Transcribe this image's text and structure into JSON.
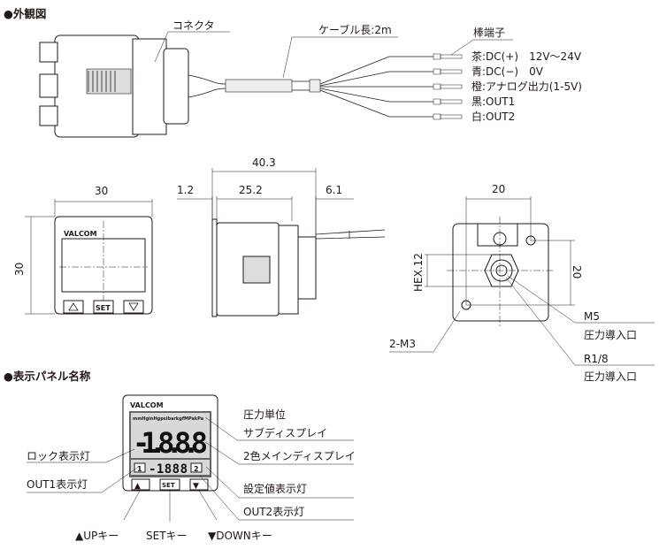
{
  "sections": {
    "exterior_title": "●外観図",
    "panel_title": "●表示パネル名称"
  },
  "exterior": {
    "connector_label": "コネクタ",
    "cable_label": "ケーブル長:2m",
    "terminal_label": "棒端子",
    "wires": [
      "茶:DC(+)　12V〜24V",
      "青:DC(−)　0V",
      "橙:アナログ出力(1-5V)",
      "黒:OUT1",
      "白:OUT2"
    ]
  },
  "dimensions": {
    "front_width": "30",
    "front_height": "30",
    "total_length": "40.3",
    "d1": "1.2",
    "d2": "25.2",
    "d3": "6.1",
    "rear_width": "20",
    "rear_height": "20",
    "hex": "HEX.12",
    "m5": "M5",
    "m5_desc": "圧力導入口",
    "r18": "R1/8",
    "r18_desc": "圧力導入口",
    "m3": "2-M3"
  },
  "panel": {
    "brand": "VALCOM",
    "units": "mmHginHgpsibarkgfMPakPa",
    "main_display": "-1.8.8.8",
    "sub_display": "-1888",
    "out1": "1",
    "out2": "2",
    "set": "SET",
    "up": "▲",
    "down": "▼",
    "labels": {
      "unit": "圧力単位",
      "sub": "サブディスプレイ",
      "lock": "ロック表示灯",
      "main": "2色メインディスプレイ",
      "out1": "OUT1表示灯",
      "setval": "設定値表示灯",
      "out2": "OUT2表示灯",
      "up_key": "▲UPキー",
      "set_key": "SETキー",
      "down_key": "▼DOWNキー"
    }
  }
}
